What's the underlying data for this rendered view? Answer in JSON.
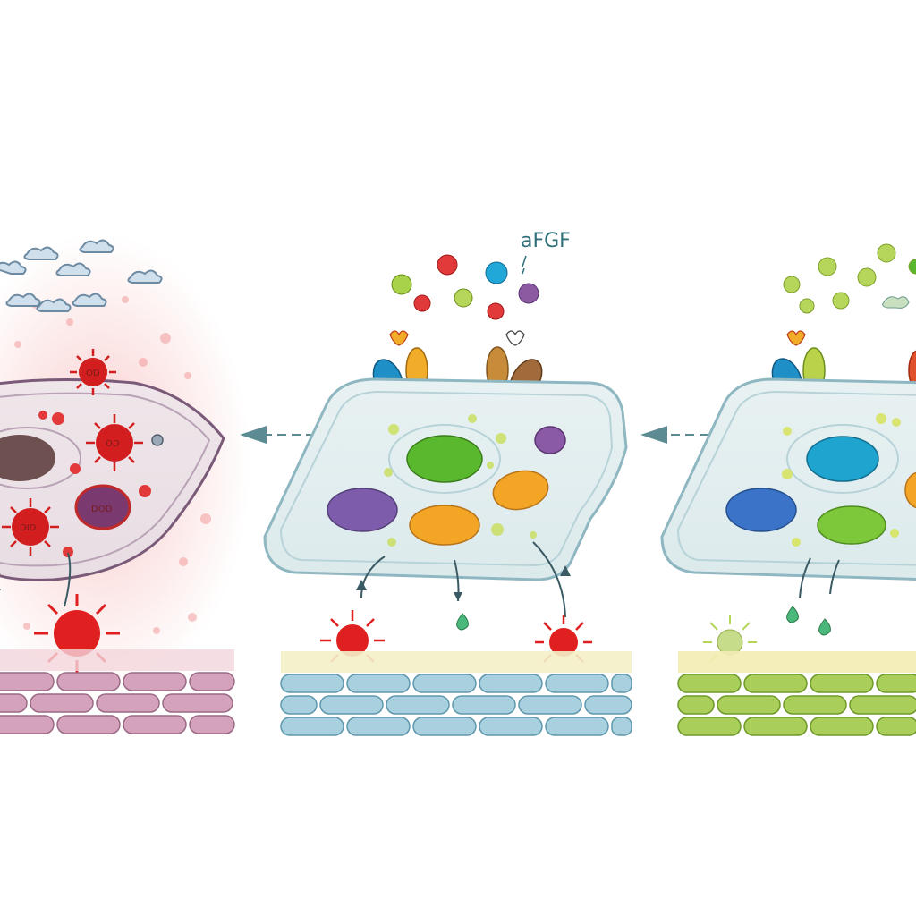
{
  "figure": {
    "label_text": "aFGF",
    "cell_marks": [
      "OD",
      "OD",
      "DOD",
      "DID"
    ],
    "panels": [
      {
        "name": "inflamed-damaged-cell",
        "tissue_color": "#c88aa6",
        "accent": "#e02020"
      },
      {
        "name": "afgf-treated-cell",
        "tissue_color": "#8fc1d4",
        "accent": "#2aa0a0"
      },
      {
        "name": "recovered-cell",
        "tissue_color": "#9cc45a",
        "accent": "#6bbf5a"
      }
    ],
    "colors": {
      "membrane_left": "#b9a2b6",
      "membrane_right": "#8fb7c2",
      "arrow": "#5c8b94",
      "red_factor": "#e02020"
    }
  }
}
